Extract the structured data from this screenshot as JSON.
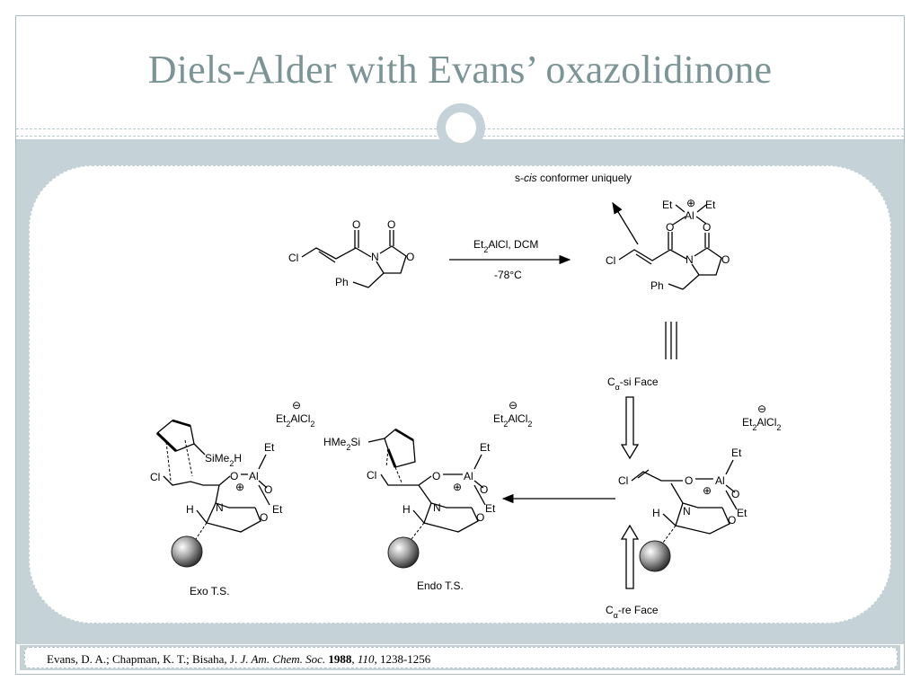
{
  "slide": {
    "title": "Diels-Alder with Evans’ oxazolidinone"
  },
  "citation": {
    "authors": "Evans, D. A.; Chapman, K. T.; Bisaha, J.",
    "journal": "J. Am. Chem. Soc.",
    "year": "1988",
    "volume": "110",
    "pages": "1238-1256"
  },
  "scheme": {
    "conformer_note_prefix": "s-",
    "conformer_note_italic": "cis",
    "conformer_note_suffix": " conformer uniquely",
    "reagent_prefix": "Et",
    "reagent_sub": "2",
    "reagent_suffix": "AlCl, DCM",
    "temperature": "-78°C",
    "si_face_prefix": "C",
    "si_face_sub": "α",
    "si_face_suffix": "-si Face",
    "re_face_prefix": "C",
    "re_face_sub": "α",
    "re_face_suffix": "-re Face",
    "exo_label": "Exo T.S.",
    "endo_label": "Endo T.S.",
    "counterion_prefix": "Et",
    "counterion_sub1": "2",
    "counterion_mid": "AlCl",
    "counterion_sub2": "2",
    "minus_sign": "⊖",
    "plus_sign": "⊕",
    "atom_O": "O",
    "atom_N": "N",
    "atom_Cl": "Cl",
    "atom_Ph": "Ph",
    "atom_H": "H",
    "atom_Et": "Et",
    "atom_Al": "Al",
    "silyl_prefix": "SiMe",
    "silyl_sub": "2",
    "silyl_suffix": "H",
    "silyl2_prefix": "HMe",
    "silyl2_sub": "2",
    "silyl2_suffix": "Si"
  }
}
